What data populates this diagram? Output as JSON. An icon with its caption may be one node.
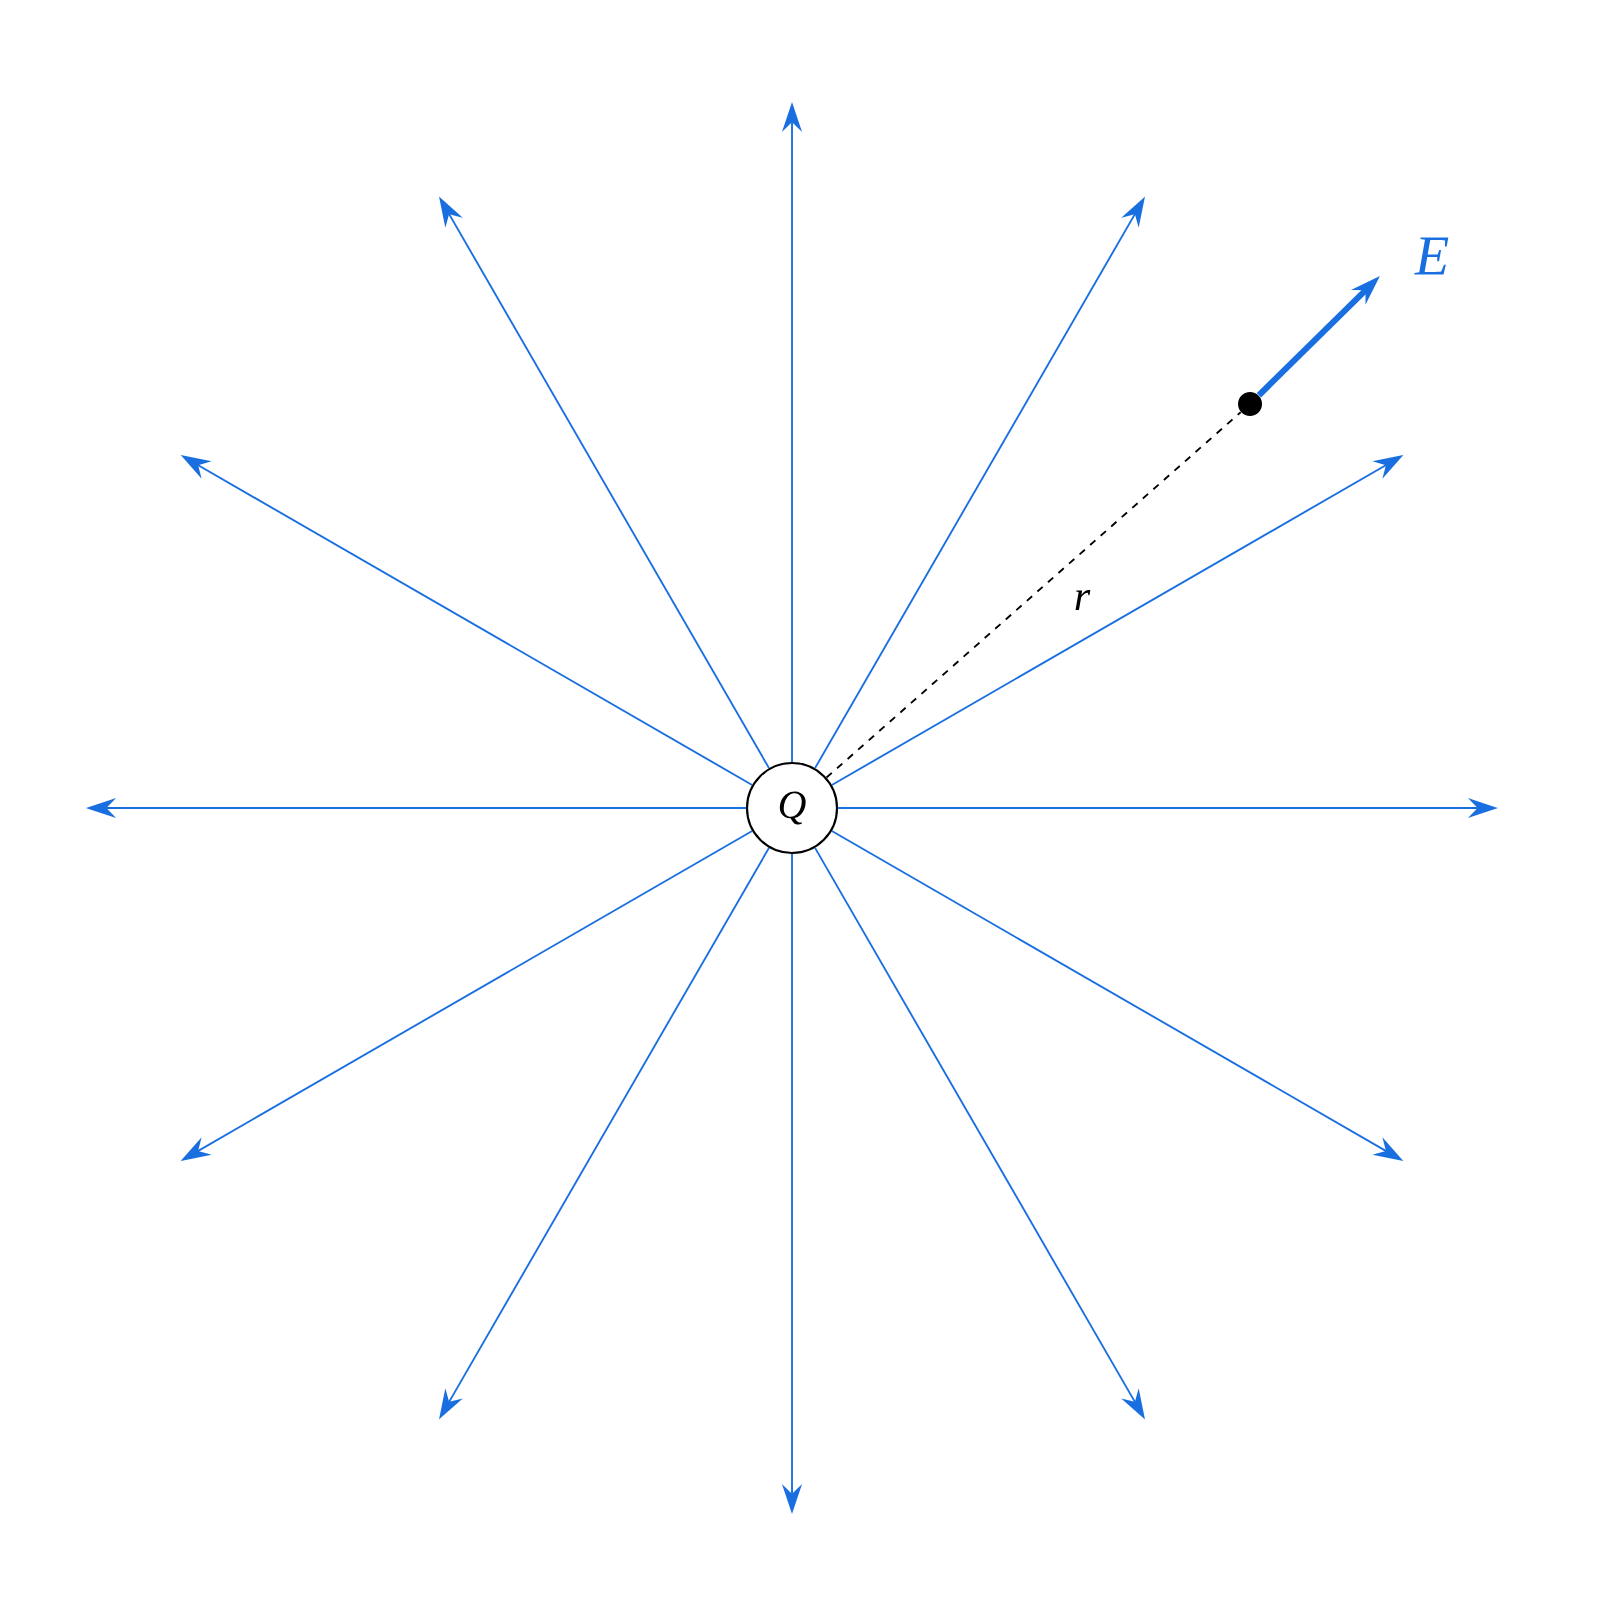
{
  "diagram": {
    "nodes": [
      {
        "text": [
          "Q"
        ]
      },
      {
        "text": [],
        "shape": "circle"
      }
    ],
    "edges": [
      {
        "from": 0,
        "to": null,
        "arrow": "to"
      },
      {
        "from": 0,
        "to": null,
        "arrow": "to"
      },
      {
        "from": 0,
        "to": null,
        "arrow": "to"
      },
      {
        "from": 0,
        "to": null,
        "arrow": "to"
      },
      {
        "from": 0,
        "to": null,
        "arrow": "to"
      },
      {
        "from": 0,
        "to": null,
        "arrow": "to"
      },
      {
        "from": 0,
        "to": null,
        "arrow": "to"
      },
      {
        "from": 0,
        "to": null,
        "arrow": "to"
      },
      {
        "from": 0,
        "to": null,
        "arrow": "to"
      },
      {
        "from": 0,
        "to": null,
        "arrow": "to"
      },
      {
        "from": 0,
        "to": null,
        "arrow": "to"
      },
      {
        "from": 0,
        "to": null,
        "arrow": "to"
      },
      {
        "from": 0,
        "to": 1,
        "arrow": "none",
        "label": "r",
        "style": "dashed",
        "color": "#000000"
      },
      {
        "from": 1,
        "to": null,
        "arrow": "to",
        "label": "E",
        "style": "thick"
      }
    ]
  }
}
